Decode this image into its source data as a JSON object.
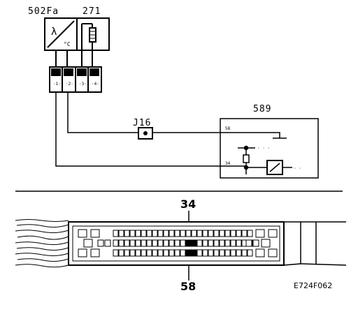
{
  "diagram": {
    "component_top_left": "502Fa",
    "component_top_right": "271",
    "junction_label": "J16",
    "module_label": "589",
    "module_pin_upper": "58",
    "module_pin_lower": "34",
    "connector_pin_upper": "34",
    "connector_pin_lower": "58",
    "figure_ref": "E724F062"
  }
}
